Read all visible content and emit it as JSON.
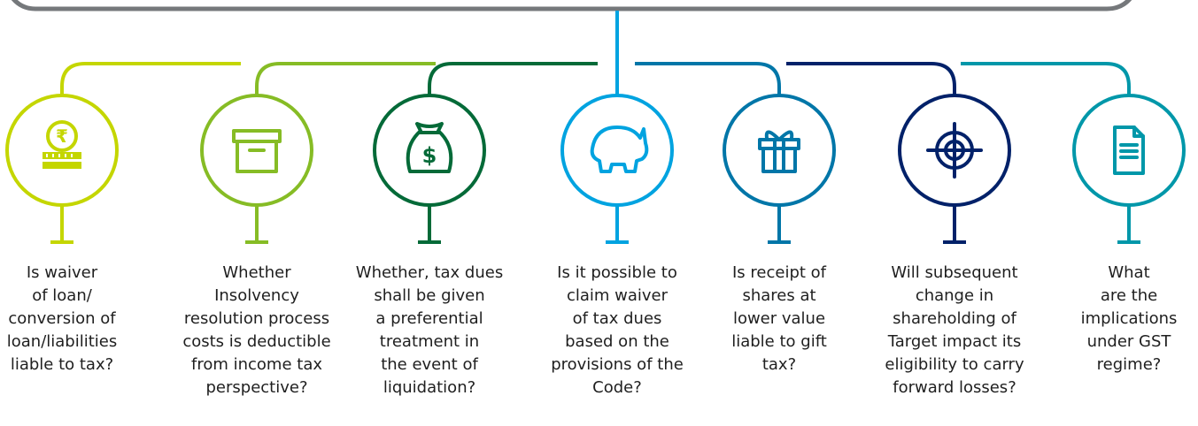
{
  "steps": [
    {
      "icon": "rupee-coins-icon",
      "color": "#c4d600",
      "question": "Is waiver\nof loan/\nconversion of\nloan/liabilities\nliable to tax?"
    },
    {
      "icon": "archive-box-icon",
      "color": "#86bc25",
      "question": "Whether\nInsolvency\nresolution process\ncosts is deductible\nfrom income tax\nperspective?"
    },
    {
      "icon": "money-bag-icon",
      "color": "#046a38",
      "question": "Whether, tax dues\nshall be given\na preferential\ntreatment in\nthe event of\nliquidation?"
    },
    {
      "icon": "piggy-bank-icon",
      "color": "#00a3e0",
      "question": "Is it possible to\nclaim waiver\nof tax dues\nbased on the\nprovisions of the\nCode?"
    },
    {
      "icon": "gift-box-icon",
      "color": "#0076a8",
      "question": "Is receipt of\nshares at\nlower value\nliable to gift\ntax?"
    },
    {
      "icon": "target-crosshair-icon",
      "color": "#012169",
      "question": "Will subsequent\nchange in\nshareholding of\nTarget impact its\neligibility to carry\nforward losses?"
    },
    {
      "icon": "document-icon",
      "color": "#0097a9",
      "question": "What\nare the\nimplications\nunder GST\nregime?"
    }
  ],
  "trunk_color": "#00a3e0",
  "header_bar_color": "#75787b",
  "rupee_symbol": "₹",
  "dollar_symbol": "$"
}
